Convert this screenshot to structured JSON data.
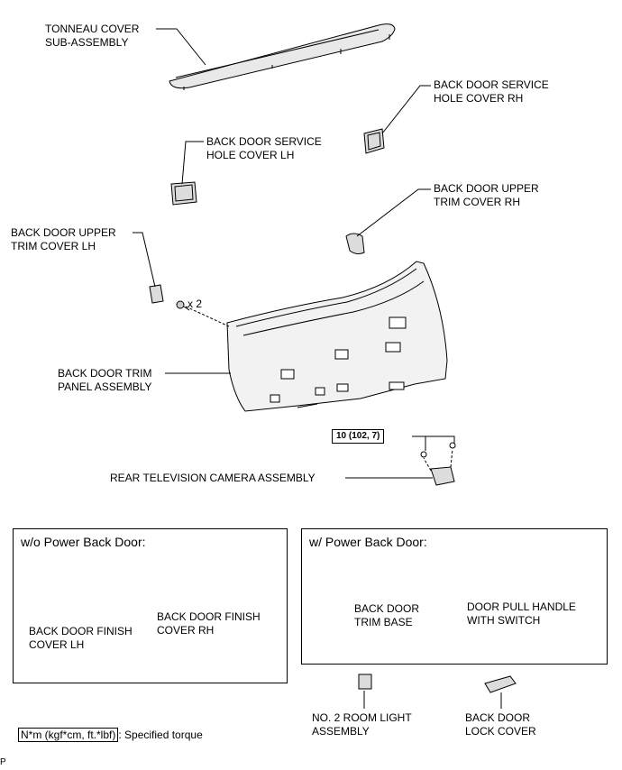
{
  "labels": {
    "tonneau": [
      "TONNEAU COVER",
      "SUB-ASSEMBLY"
    ],
    "service_rh": [
      "BACK DOOR SERVICE",
      "HOLE COVER RH"
    ],
    "service_lh": [
      "BACK DOOR SERVICE",
      "HOLE COVER LH"
    ],
    "upper_trim_rh": [
      "BACK DOOR UPPER",
      "TRIM COVER RH"
    ],
    "upper_trim_lh": [
      "BACK DOOR UPPER",
      "TRIM COVER LH"
    ],
    "trim_panel": [
      "BACK DOOR TRIM",
      "PANEL ASSEMBLY"
    ],
    "camera": [
      "REAR TELEVISION CAMERA ASSEMBLY"
    ],
    "qty": "x 2",
    "torque": "10 (102, 7)",
    "finish_lh": [
      "BACK DOOR FINISH",
      "COVER LH"
    ],
    "finish_rh": [
      "BACK DOOR FINISH",
      "COVER RH"
    ],
    "trim_base": [
      "BACK DOOR",
      "TRIM BASE"
    ],
    "pull_handle": [
      "DOOR PULL HANDLE",
      "WITH SWITCH"
    ],
    "room_light": [
      "NO. 2 ROOM LIGHT",
      "ASSEMBLY"
    ],
    "lock_cover": [
      "BACK DOOR",
      "LOCK COVER"
    ]
  },
  "boxes": {
    "without_power": "w/o Power Back Door:",
    "with_power": "w/ Power Back Door:"
  },
  "legend": {
    "key": "N*m (kgf*cm, ft.*lbf)",
    "text": ": Specified torque"
  },
  "corner_mark": "P"
}
